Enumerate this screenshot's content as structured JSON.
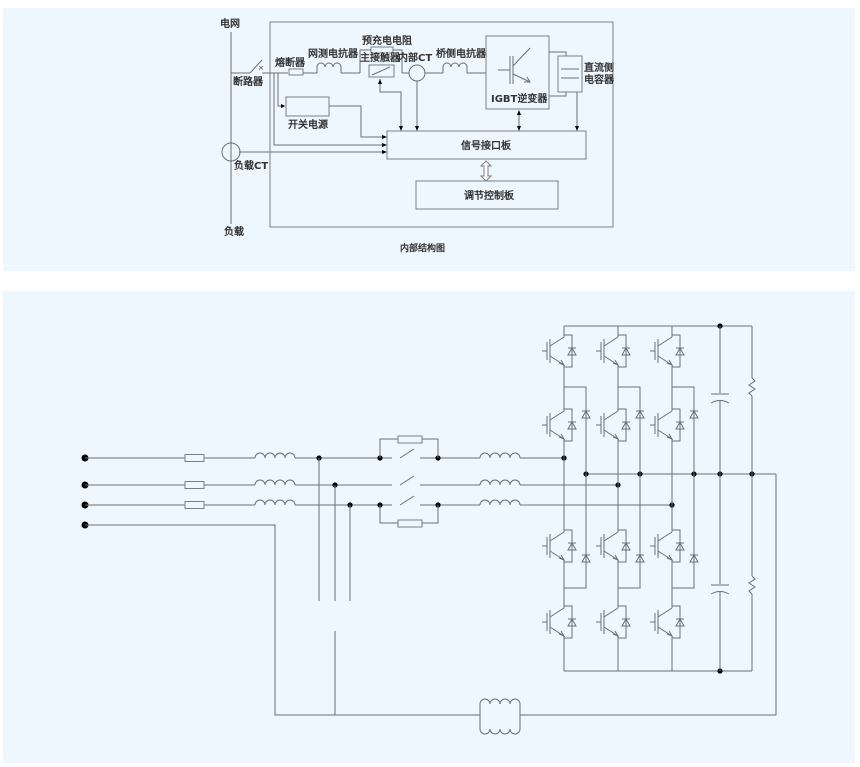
{
  "top_diagram": {
    "caption": "内部结构图",
    "labels": {
      "grid": "电网",
      "breaker": "断路器",
      "fuse": "熔断器",
      "grid_reactor": "网测电抗器",
      "precharge_resistor": "预充电电阻",
      "main_contactor": "主接触器",
      "internal_ct": "内部CT",
      "bridge_reactor": "桥侧电抗器",
      "igbt_inverter": "IGBT逆变器",
      "dc_capacitor_line1": "直流侧",
      "dc_capacitor_line2": "电容器",
      "switch_power": "开关电源",
      "signal_board": "信号接口板",
      "control_board": "调节控制板",
      "load_ct": "负载CT",
      "load": "负载"
    }
  },
  "bottom_diagram": {
    "terminals": 4,
    "phases": 3,
    "igbt_columns": 3
  }
}
